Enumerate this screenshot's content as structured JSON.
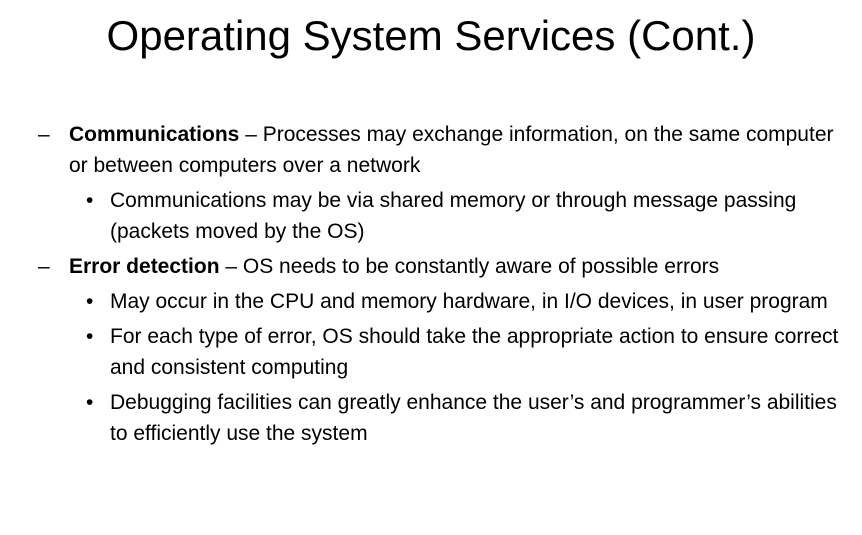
{
  "slide": {
    "title": "Operating System Services (Cont.)",
    "items": [
      {
        "marker": "–",
        "term": "Communications",
        "text": " – Processes may exchange information, on the same computer or between computers over a network",
        "subitems": [
          {
            "marker": "•",
            "text": "Communications may be via shared memory or through message passing (packets moved by the OS)"
          }
        ]
      },
      {
        "marker": "–",
        "term": "Error detection",
        "text": " – OS needs to be constantly aware of possible errors",
        "subitems": [
          {
            "marker": "•",
            "text": "May occur in the CPU and memory hardware, in I/O devices, in user program"
          },
          {
            "marker": "•",
            "text": "For each type of error, OS should take the appropriate action to ensure correct and consistent computing"
          },
          {
            "marker": "•",
            "text": "Debugging facilities can greatly enhance the user’s and programmer’s abilities to efficiently use the system"
          }
        ]
      }
    ]
  }
}
